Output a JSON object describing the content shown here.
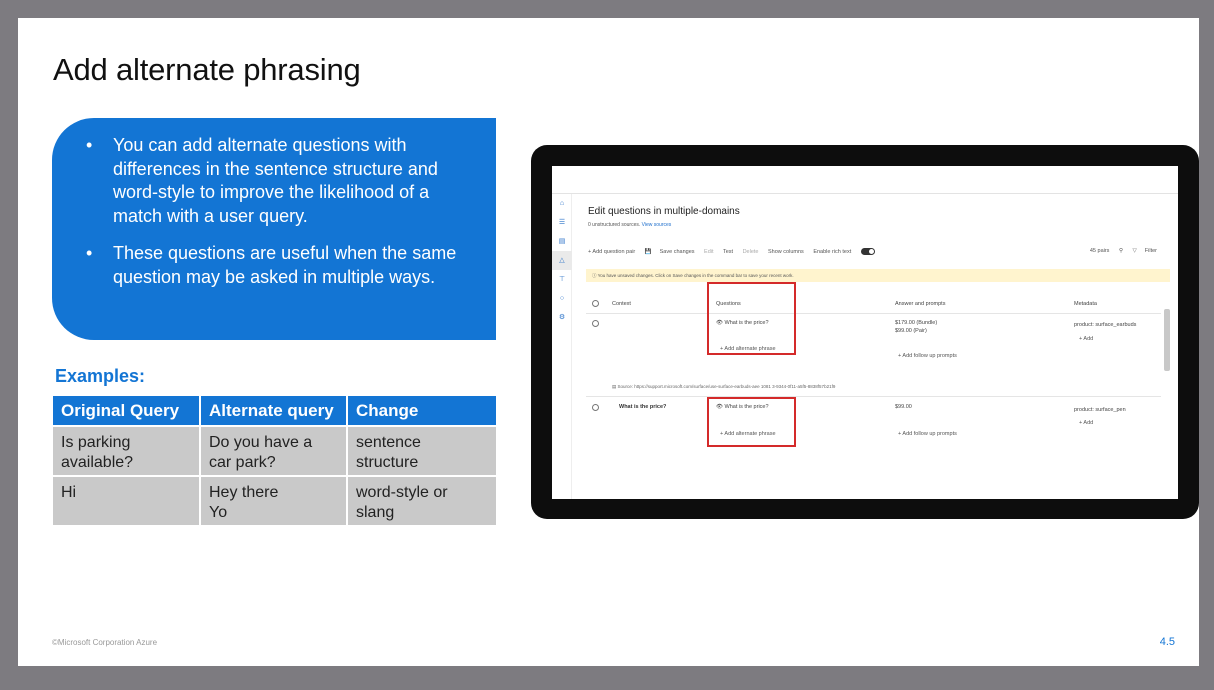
{
  "slide": {
    "title": "Add alternate phrasing",
    "bullets": [
      "You can add alternate questions with differences in the sentence structure and word-style to improve the likelihood of a match with a user query.",
      "These questions are useful when the same question may be asked in multiple ways."
    ],
    "examples_label": "Examples:",
    "table": {
      "headers": [
        "Original Query",
        "Alternate query",
        "Change"
      ],
      "rows": [
        [
          "Is parking\navailable?",
          "Do you have a\ncar park?",
          "sentence\nstructure"
        ],
        [
          "Hi",
          "Hey there\nYo",
          "word-style or\nslang"
        ]
      ]
    },
    "footer": "©Microsoft Corporation Azure",
    "page_number": "4.5"
  },
  "screenshot": {
    "heading": "Edit questions in multiple-domains",
    "sources_text": "0 unstructured sources.",
    "sources_link": "View sources",
    "toolbar": {
      "add_pair": "+ Add question pair",
      "save": "Save changes",
      "edit": "Edit",
      "test": "Test",
      "delete": "Delete",
      "show_columns": "Show columns",
      "rich_text": "Enable rich text",
      "pairs": "45 pairs",
      "filter": "Filter"
    },
    "warning": "You have unsaved changes. Click on Save changes in the command bar to save your recent work.",
    "columns": [
      "Context",
      "Questions",
      "Answer and prompts",
      "Metadata"
    ],
    "row1": {
      "question": "What is the price?",
      "add_alt": "+ Add alternate phrase",
      "answer_line1": "$179.00 (Bundle)",
      "answer_line2": "$99.00 (Pair)",
      "follow_up": "+ Add follow up prompts",
      "metadata": "product: surface_earbuds",
      "add_meta": "+ Add"
    },
    "source_line": "Source: https://support.microsoft.com/surface/use-surface-earbuds-aee 1081 3-9344-0f11-a5f5-8838f57b21f9",
    "row2": {
      "context": "What is the price?",
      "question": "What is the price?",
      "add_alt": "+ Add alternate phrase",
      "answer": "$99.00",
      "follow_up": "+ Add follow up prompts",
      "metadata": "product: surface_pen",
      "add_meta": "+ Add"
    }
  },
  "colors": {
    "accent": "#1375d4",
    "highlight": "#d42a2a",
    "warning_bg": "#fff4ce"
  }
}
